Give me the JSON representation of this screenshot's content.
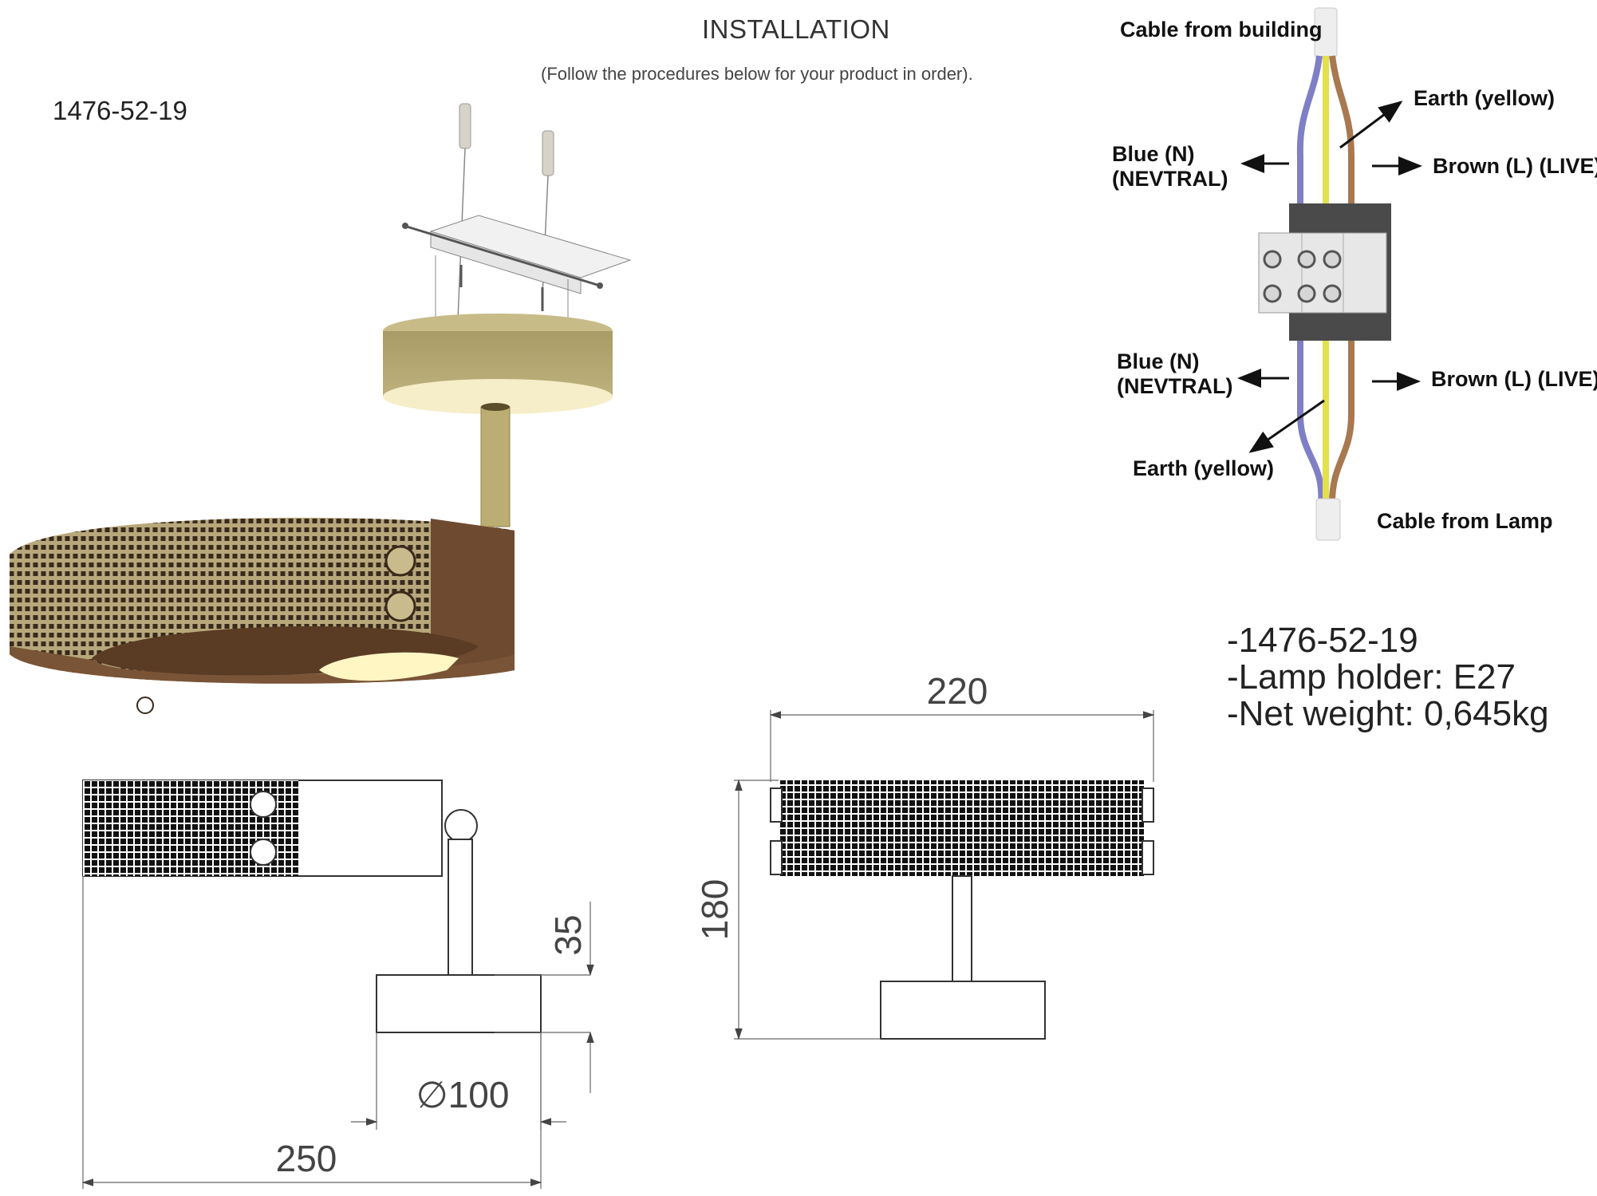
{
  "header": {
    "title": "INSTALLATION",
    "subtitle": "(Follow the procedures below for your product in order).",
    "model_code": "1476-52-19"
  },
  "wiring": {
    "cable_building": "Cable from building",
    "earth_top": "Earth (yellow)",
    "blue_top_line1": "Blue (N)",
    "blue_top_line2": "(NEVTRAL)",
    "brown_top": "Brown (L) (LIVE)",
    "blue_bottom_line1": "Blue (N)",
    "blue_bottom_line2": "(NEVTRAL)",
    "brown_bottom": "Brown (L) (LIVE)",
    "earth_bottom": "Earth (yellow)",
    "cable_lamp": "Cable from Lamp",
    "colors": {
      "blue": "#7f7fc6",
      "yellow": "#e3e04a",
      "brown": "#a8784f"
    }
  },
  "specs": {
    "line1": "-1476-52-19",
    "line2": "-Lamp holder: E27",
    "line3": "-Net weight: 0,645kg"
  },
  "dimensions": {
    "width_220": "220",
    "height_180": "180",
    "depth_35": "35",
    "diameter_100": "∅100",
    "length_250": "250"
  },
  "colors": {
    "canopy": "#b3a773",
    "shade_band": "#6e4a30",
    "mesh": "#3a2a1c"
  }
}
